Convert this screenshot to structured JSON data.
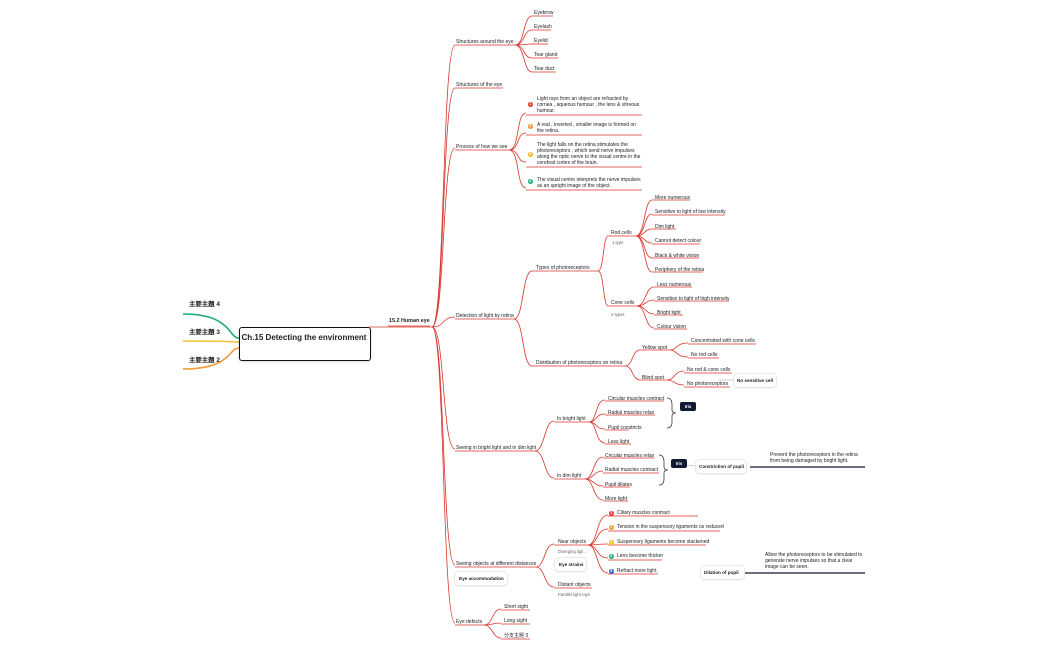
{
  "root": "Ch.15 Detecting the environment",
  "left_topics": [
    "主要主題 4",
    "主要主題 3",
    "主要主題 2"
  ],
  "main_branch": "15.2 Human eye",
  "structures_around": {
    "label": "Structures around the eye",
    "items": [
      "Eyebrow",
      "Eyelash",
      "Eyelid",
      "Tear gland",
      "Tear duct"
    ]
  },
  "structures_of": "Structures of the eye",
  "process": {
    "label": "Process of how we see",
    "steps": [
      "Light rays from an object are refracted by cornea , aqueous humour , the lens & vitreous humour.",
      "A real , inverted , smaller image is formed on the retina.",
      "The light falls on the retina stimulates the photoreceptors , which send nerve impulses along the optic nerve to the visual centre in the cerebral cortex of the brain.",
      "The visual centre interprets the nerve impulses as an upright image of the object."
    ],
    "step_numbers": [
      "1",
      "2",
      "3",
      "4"
    ]
  },
  "detection": {
    "label": "Detection of light by retina",
    "types": "Types of photoreceptors",
    "rod": {
      "label": "Rod cells",
      "note": "1 type",
      "items": [
        "More numerous",
        "Sensitive to light of low intensity",
        "Dim light",
        "Cannot detect colour",
        "Black & white vision",
        "Periphery of the retina"
      ]
    },
    "cone": {
      "label": "Cone cells",
      "note": "3 types",
      "items": [
        "Less numerous",
        "Sensitive to light of high intensity",
        "Bright light",
        "Colour vision"
      ]
    },
    "distribution": "Distribution of photoreceptors on retina",
    "yellow_spot": {
      "label": "Yellow spot",
      "items": [
        "Concentrated with cone cells",
        "No rod cells"
      ]
    },
    "blind_spot": {
      "label": "Blind spot",
      "items": [
        "No rod & cone cells",
        "No photoreceptors"
      ]
    },
    "no_sensitive": "No sensitive cell"
  },
  "seeing_light": {
    "label": "Seeing in bright light and in dim light",
    "bright": {
      "label": "In bright light",
      "items": [
        "Circular muscles contract",
        "Radial muscles relax",
        "Pupil constricts",
        "Less light"
      ]
    },
    "dim": {
      "label": "In dim light",
      "items": [
        "Circular muscles relax",
        "Radial muscles contract",
        "Pupil dilates",
        "More light"
      ]
    },
    "iris": "Iris",
    "constriction": "Constriction of pupil",
    "constriction_note": "Prevent the photoreceptors in the retina from being damaged by bright light."
  },
  "distances": {
    "label": "Seeing objects at different distances",
    "near": {
      "label": "Near objects",
      "note": "Diverging ligh..."
    },
    "distant": {
      "label": "Distant objects",
      "note": "Parallel light rays"
    },
    "eye_strains": "Eye strains",
    "accommodation": "Eye accommodation",
    "steps": [
      "Ciliary muscles contract",
      "Tension in the suspensory ligaments os reduced",
      "Suspensory ligaments become slackened",
      "Lens become thicker",
      "Refract more light"
    ],
    "step_numbers": [
      "1",
      "2",
      "3",
      "4",
      "5"
    ],
    "dilation": "Dilation of pupil",
    "dilation_note": "Allow the photoreceptors to be stimulated to generate nerve impulses so that a clear image can be seen."
  },
  "defects": {
    "label": "Eye defects",
    "items": [
      "Short sight",
      "Long sight",
      "分支主題 3"
    ]
  },
  "colors": {
    "branch": "#d9342b",
    "topic4": "#19a974",
    "topic3": "#f2c230",
    "topic2": "#f29b38",
    "num": [
      "#e8433a",
      "#f2a03a",
      "#f2c230",
      "#2fb37d",
      "#3b6fd6"
    ]
  }
}
